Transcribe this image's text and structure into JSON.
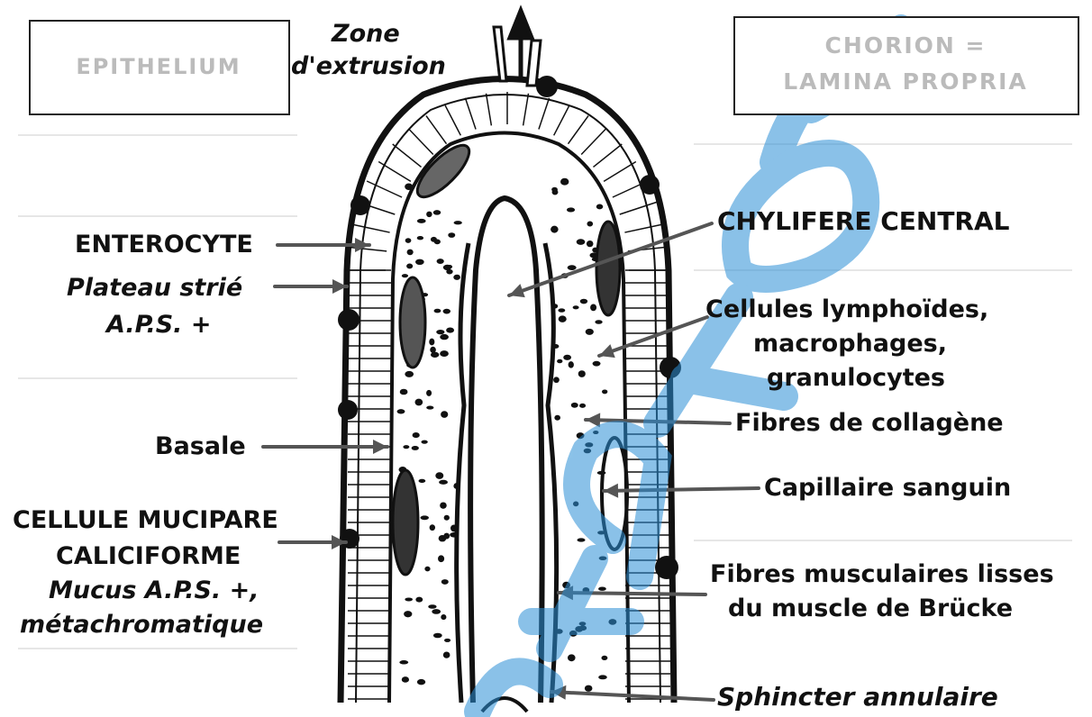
{
  "labels": {
    "epithelium": "EPITHELIUM",
    "zone_line1": "Zone",
    "zone_line2": "d'extrusion",
    "chorion_line1": "CHORION =",
    "chorion_line2": "LAMINA PROPRIA",
    "enterocyte": "ENTEROCYTE",
    "plateau": "Plateau strié",
    "aps1": "A.P.S. +",
    "basale": "Basale",
    "cellule_mucipare": "CELLULE MUCIPARE",
    "caliciforme": "CALICIFORME",
    "mucus": "Mucus A.P.S. +,",
    "metachromatique": "métachromatique",
    "chylifere": "CHYLIFERE CENTRAL",
    "cellules1": "Cellules lymphoïdes,",
    "cellules2": "macrophages,",
    "cellules3": "granulocytes",
    "fibres_collagene": "Fibres de collagène",
    "capillaire": "Capillaire sanguin",
    "fibres_musc1": "Fibres musculaires lisses",
    "fibres_musc2": "du muscle de Brücke",
    "sphincter": "Sphincter annulaire"
  },
  "colors": {
    "ink": "#111111",
    "box_text": "#bbbbbb",
    "watermark": "#2b8fd6"
  }
}
